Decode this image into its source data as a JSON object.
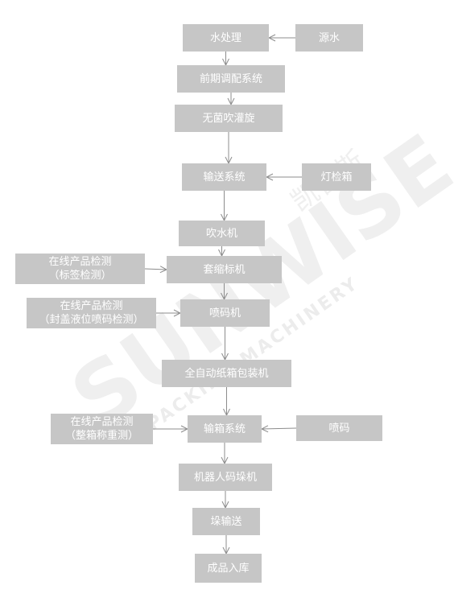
{
  "nodes": {
    "water_treatment": {
      "lines": [
        "水处理"
      ]
    },
    "source_water": {
      "lines": [
        "源水"
      ]
    },
    "pre_blending": {
      "lines": [
        "前期调配系统"
      ]
    },
    "aseptic_blow_fill_cap": {
      "lines": [
        "无菌吹灌旋"
      ]
    },
    "conveying_system": {
      "lines": [
        "输送系统"
      ]
    },
    "light_inspection_box": {
      "lines": [
        "灯检箱"
      ]
    },
    "water_blower": {
      "lines": [
        "吹水机"
      ]
    },
    "label_inspection": {
      "lines": [
        "在线产品检测",
        "（标签检测）"
      ]
    },
    "sleeve_labeler": {
      "lines": [
        "套缩标机"
      ]
    },
    "cap_level_code_inspection": {
      "lines": [
        "在线产品检测",
        "（封盖液位喷码检测）"
      ]
    },
    "inkjet_coder": {
      "lines": [
        "喷码机"
      ]
    },
    "auto_carton_packer": {
      "lines": [
        "全自动纸箱包装机"
      ]
    },
    "case_weight_inspection": {
      "lines": [
        "在线产品检测",
        "（整箱称重测）"
      ]
    },
    "case_conveying_system": {
      "lines": [
        "输箱系统"
      ]
    },
    "case_coding": {
      "lines": [
        "喷码"
      ]
    },
    "robot_palletizer": {
      "lines": [
        "机器人码垛机"
      ]
    },
    "pallet_conveyor": {
      "lines": [
        "垛输送"
      ]
    },
    "finished_goods_warehouse": {
      "lines": [
        "成品入库"
      ]
    }
  },
  "edges": [
    [
      "source_water",
      "water_treatment"
    ],
    [
      "water_treatment",
      "pre_blending"
    ],
    [
      "pre_blending",
      "aseptic_blow_fill_cap"
    ],
    [
      "aseptic_blow_fill_cap",
      "conveying_system"
    ],
    [
      "light_inspection_box",
      "conveying_system"
    ],
    [
      "conveying_system",
      "water_blower"
    ],
    [
      "water_blower",
      "sleeve_labeler"
    ],
    [
      "label_inspection",
      "sleeve_labeler"
    ],
    [
      "sleeve_labeler",
      "inkjet_coder"
    ],
    [
      "cap_level_code_inspection",
      "inkjet_coder"
    ],
    [
      "inkjet_coder",
      "auto_carton_packer"
    ],
    [
      "auto_carton_packer",
      "case_conveying_system"
    ],
    [
      "case_weight_inspection",
      "case_conveying_system"
    ],
    [
      "case_coding",
      "case_conveying_system"
    ],
    [
      "case_conveying_system",
      "robot_palletizer"
    ],
    [
      "robot_palletizer",
      "pallet_conveyor"
    ],
    [
      "pallet_conveyor",
      "finished_goods_warehouse"
    ]
  ],
  "colors": {
    "node_fill": "#c6c6c6",
    "node_text": "#ffffff",
    "edge": "#8c8c8c",
    "watermark": "#eeeeee"
  },
  "watermark": {
    "latin": "SUNWISE",
    "sub": "PACKING MACHINERY",
    "cn": "凯普斯"
  }
}
